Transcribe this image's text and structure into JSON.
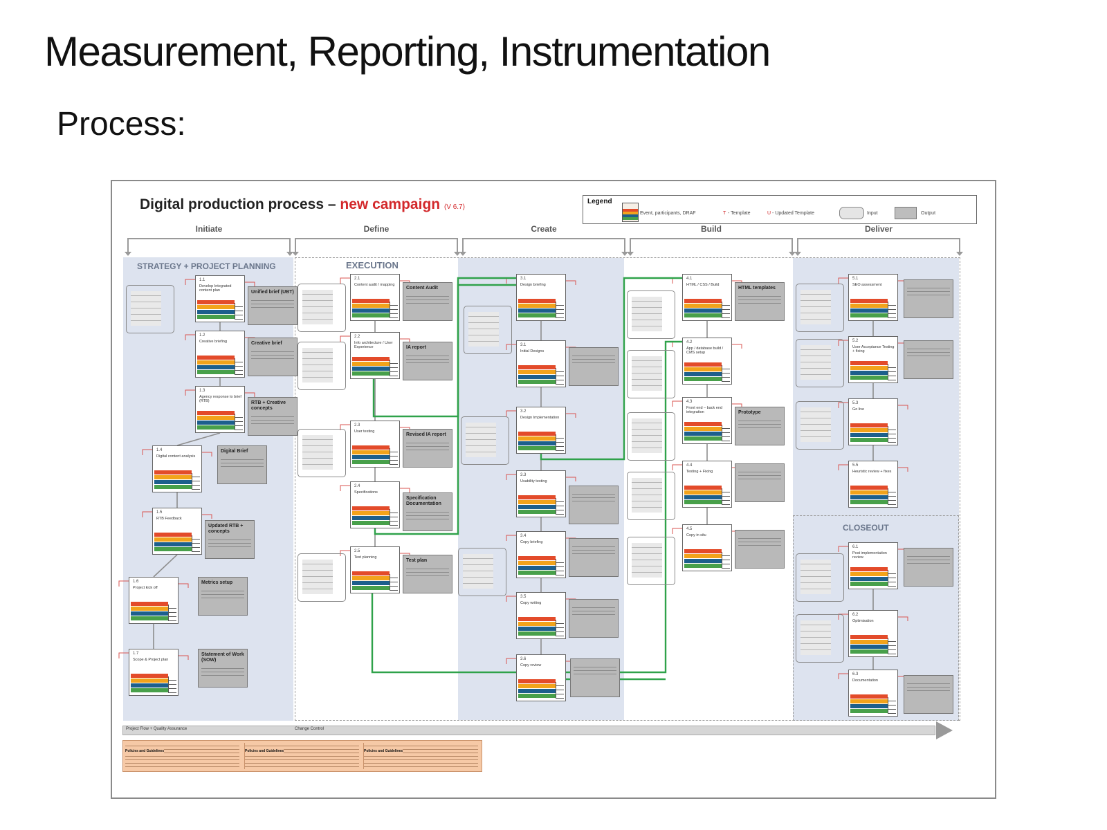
{
  "slide": {
    "title": "Measurement, Reporting, Instrumentation",
    "subtitle": "Process:"
  },
  "diagram": {
    "title_lead": "Digital production process – ",
    "title_accent": "new campaign",
    "version": "(V 6.7)",
    "legend": {
      "title": "Legend",
      "event_label": "Event, participants, DRAF",
      "template_mark": "T",
      "template_label": "- Template",
      "updated_mark": "U",
      "updated_label": "- Updated Template",
      "input_label": "Input",
      "output_label": "Output"
    },
    "phases": [
      "Initiate",
      "Define",
      "Create",
      "Build",
      "Deliver"
    ],
    "regions": {
      "strategy": "STRATEGY + PROJECT PLANNING",
      "execution": "EXECUTION",
      "closeout": "CLOSEOUT"
    },
    "steps": [
      {
        "num": "1.1",
        "name": "Develop Integrated content plan"
      },
      {
        "num": "1.2",
        "name": "Creative briefing"
      },
      {
        "num": "1.3",
        "name": "Agency response to brief (RTB)"
      },
      {
        "num": "1.4",
        "name": "Digital content analysis"
      },
      {
        "num": "1.5",
        "name": "RTB Feedback"
      },
      {
        "num": "1.6",
        "name": "Project kick off"
      },
      {
        "num": "1.7",
        "name": "Scope & Project plan"
      },
      {
        "num": "2.1",
        "name": "Content audit / mapping"
      },
      {
        "num": "2.2",
        "name": "Info architecture / User Experience"
      },
      {
        "num": "2.3",
        "name": "User testing"
      },
      {
        "num": "2.4",
        "name": "Specifications"
      },
      {
        "num": "2.5",
        "name": "Test planning"
      },
      {
        "num": "3.1",
        "name": "Design briefing"
      },
      {
        "num": "3.1",
        "name": "Initial Designs"
      },
      {
        "num": "3.2",
        "name": "Design Implementation"
      },
      {
        "num": "3.3",
        "name": "Usability testing"
      },
      {
        "num": "3.4",
        "name": "Copy briefing"
      },
      {
        "num": "3.5",
        "name": "Copy writing"
      },
      {
        "num": "3.6",
        "name": "Copy review"
      },
      {
        "num": "4.1",
        "name": "HTML / CSS / Build"
      },
      {
        "num": "4.2",
        "name": "App / database build / CMS setup"
      },
      {
        "num": "4.3",
        "name": "Front end – back end integration"
      },
      {
        "num": "4.4",
        "name": "Testing + Fixing"
      },
      {
        "num": "4.5",
        "name": "Copy in situ"
      },
      {
        "num": "5.1",
        "name": "SEO assessment"
      },
      {
        "num": "5.2",
        "name": "User Acceptance Testing + fixing"
      },
      {
        "num": "5.3",
        "name": "Go live"
      },
      {
        "num": "5.5",
        "name": "Heuristic review + fixes"
      },
      {
        "num": "6.1",
        "name": "Post implementation review"
      },
      {
        "num": "6.2",
        "name": "Optimisation"
      },
      {
        "num": "6.3",
        "name": "Documentation"
      }
    ],
    "outputs": [
      "Unified brief (UBT)",
      "Creative brief",
      "RTB + Creative concepts",
      "Digital Brief",
      "Updated RTB + concepts",
      "Metrics setup",
      "Statement of Work (SOW)",
      "Content Audit",
      "IA report",
      "Revised IA report",
      "Specification Documentation",
      "Test plan",
      "HTML templates",
      "Prototype"
    ],
    "flow": {
      "left_label": "Project Flow + Quality Assurance",
      "right_label": "Change Control"
    },
    "policies": [
      "Policies and Guidelines",
      "Policies and Guidelines",
      "Policies and Guidelines"
    ]
  }
}
